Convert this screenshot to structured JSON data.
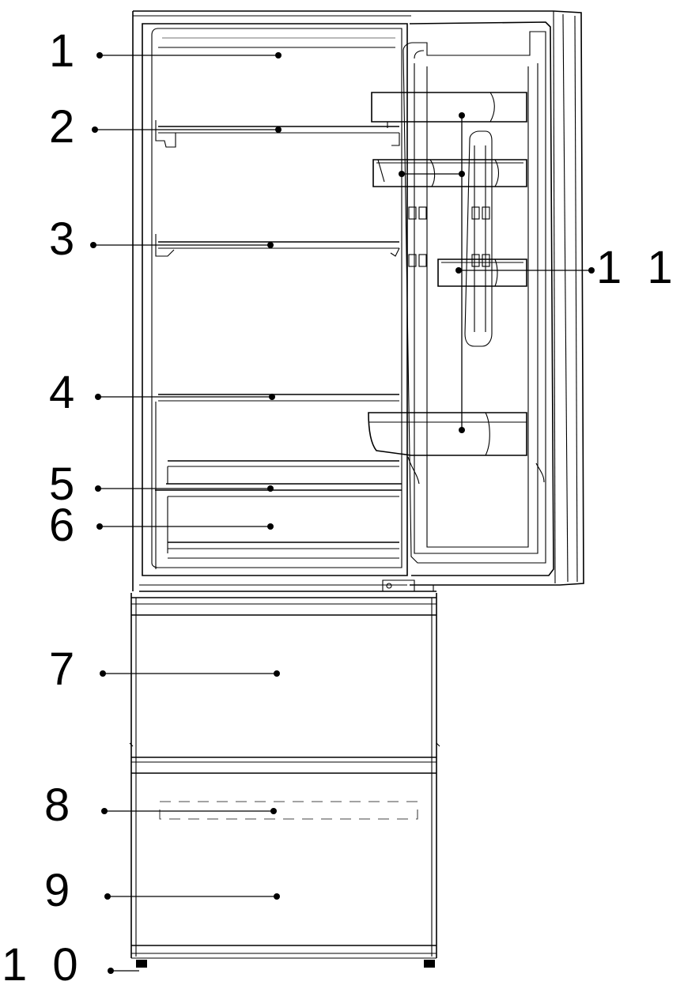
{
  "callouts": [
    {
      "id": "1",
      "label": "1"
    },
    {
      "id": "2",
      "label": "2"
    },
    {
      "id": "3",
      "label": "3"
    },
    {
      "id": "4",
      "label": "4"
    },
    {
      "id": "5",
      "label": "5"
    },
    {
      "id": "6",
      "label": "6"
    },
    {
      "id": "7",
      "label": "7"
    },
    {
      "id": "8",
      "label": "8"
    },
    {
      "id": "9",
      "label": "9"
    },
    {
      "id": "10",
      "label": "1 0"
    },
    {
      "id": "11",
      "label": "1 1"
    }
  ]
}
